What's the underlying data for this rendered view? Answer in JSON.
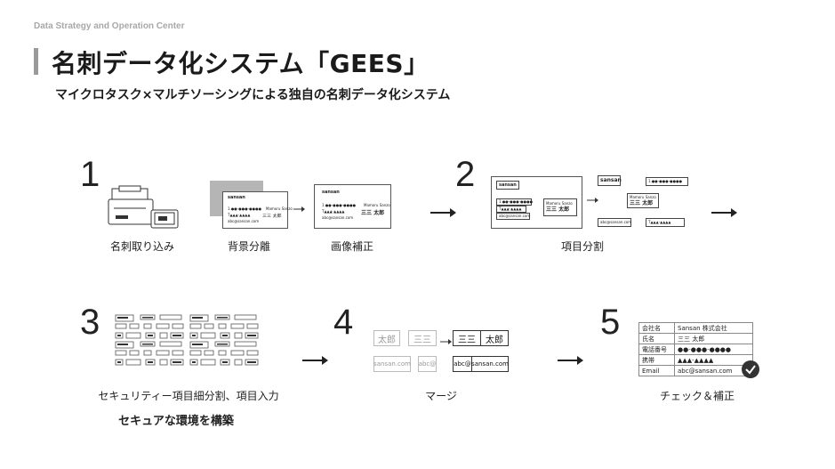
{
  "header": {
    "org": "Data Strategy and Operation Center",
    "title": "名刺データ化システム「GEES」",
    "subtitle": "マイクロタスク×マルチソーシングによる独自の名刺データ化システム"
  },
  "steps": [
    {
      "number": "1",
      "items": [
        "名刺取り込み",
        "背景分離",
        "画像補正"
      ]
    },
    {
      "number": "2",
      "items": [
        "項目分割"
      ]
    },
    {
      "number": "3",
      "items": [
        "セキュリティー項目細分割、項目入力"
      ],
      "note": "セキュアな環境を構築"
    },
    {
      "number": "4",
      "items": [
        "マージ"
      ]
    },
    {
      "number": "5",
      "items": [
        "チェック＆補正"
      ]
    }
  ],
  "card": {
    "brand": "sansan",
    "phone": "1.●●-●●●-●●●●",
    "sub": "T▲▲▲-▲▲▲▲",
    "email": "abc@sansan.com",
    "en": "Mamoru Sanzo",
    "name": "三三 太郎"
  },
  "merge": {
    "fragments": [
      "太郎",
      "三三",
      "sansan.com",
      "abc@"
    ],
    "merged": [
      "三三",
      "太郎",
      "abc@",
      "sansan.com"
    ]
  },
  "check_table": [
    {
      "key": "会社名",
      "value": "Sansan 株式会社"
    },
    {
      "key": "氏名",
      "value": "三三 太郎"
    },
    {
      "key": "電話番号",
      "value": "●●-●●●-●●●●"
    },
    {
      "key": "携帯",
      "value": "▲▲▲-▲▲▲▲"
    },
    {
      "key": "Email",
      "value": "abc@sansan.com"
    }
  ]
}
